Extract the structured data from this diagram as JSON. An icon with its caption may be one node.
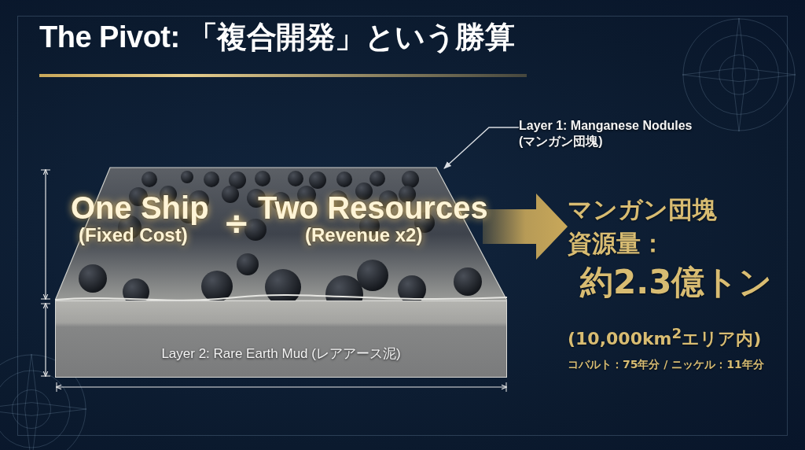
{
  "diagram": {
    "title": "The Pivot: 「複合開発」という勝算",
    "nodes": [
      {
        "text": [
          "Layer 1: Manganese Nodules (マンガン団塊)"
        ]
      },
      {
        "text": [],
        "shape": "picture"
      },
      {
        "text": [
          "Layer 2: Rare Earth Mud (レアアース泥)"
        ]
      },
      {
        "text": [
          "One Ship",
          "(Fixed Cost)"
        ],
        "in": 1
      },
      {
        "text": [
          "Two Resources",
          "(Revenue x2)"
        ],
        "in": 1
      },
      {
        "text": [
          "マンガン団塊資源量：",
          "約2.3億トン"
        ]
      }
    ],
    "edges": [
      {
        "from": 0,
        "to": 1,
        "arrow": "to"
      },
      {
        "from": 4,
        "to": 5,
        "arrow": "to",
        "style": "thick",
        "color": "#c9a85a"
      }
    ],
    "labels": [
      "÷",
      "(10,000km$^{2}$エリア内)",
      "コバルト：75年分 / ニッケル：11年分"
    ]
  }
}
